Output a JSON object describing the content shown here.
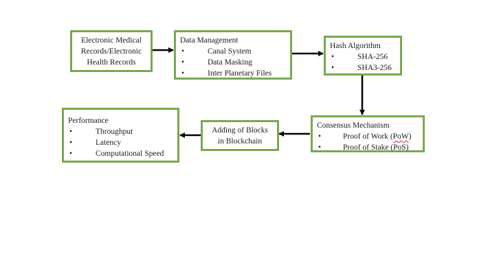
{
  "boxes": {
    "ehr": {
      "lines": [
        "Electronic Medical",
        "Records/Electronic",
        "Health Records"
      ]
    },
    "data_management": {
      "title": "Data Management",
      "items": [
        "Canal System",
        "Data Masking",
        "Inter Planetary Files"
      ]
    },
    "hash": {
      "title": "Hash Algorithm",
      "items": [
        "SHA-256",
        "SHA3-256"
      ]
    },
    "consensus": {
      "title": "Consensus Mechanism",
      "items": [
        {
          "pre": "Proof of Work (",
          "mark": "PoW",
          "post": ")"
        },
        {
          "pre": "Proof of Stake (PoS)",
          "mark": "",
          "post": ""
        }
      ]
    },
    "adding": {
      "lines": [
        "Adding of Blocks",
        "in Blockchain"
      ]
    },
    "performance": {
      "title": "Performance",
      "items": [
        "Throughput",
        "Latency",
        "Computational Speed"
      ]
    }
  },
  "colors": {
    "border": "#77a84f",
    "arrow": "#000000"
  }
}
